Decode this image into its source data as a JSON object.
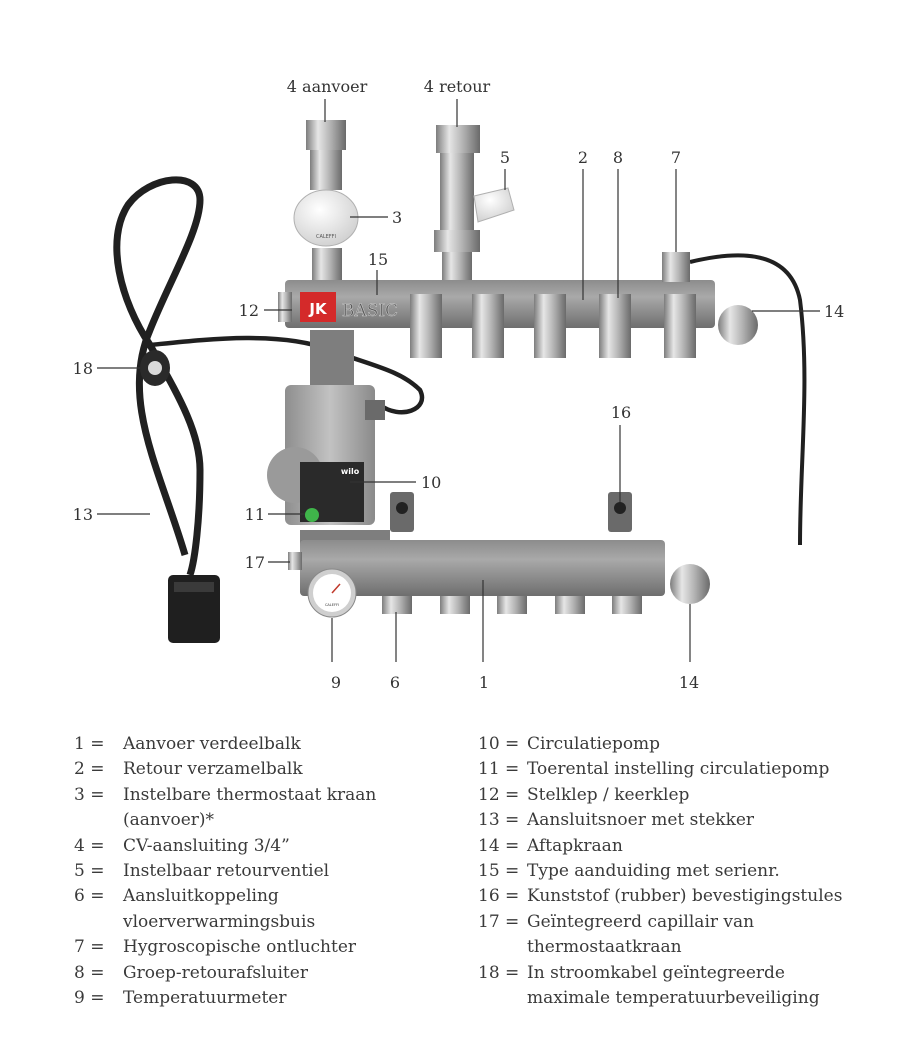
{
  "callouts": {
    "c4a": "4 aanvoer",
    "c4r": "4 retour",
    "c5": "5",
    "c2": "2",
    "c8": "8",
    "c7": "7",
    "c3": "3",
    "c15": "15",
    "c12": "12",
    "c14a": "14",
    "c18": "18",
    "c16": "16",
    "c10": "10",
    "c13": "13",
    "c11": "11",
    "c17": "17",
    "c9": "9",
    "c6": "6",
    "c1": "1",
    "c14b": "14"
  },
  "device_labels": {
    "brand_badge": "JK",
    "model_plate": "BASIC",
    "valve_brand": "CALEFFI",
    "pump_brand": "wilo",
    "gauge_brand": "CALEFFI"
  },
  "legend": {
    "left": [
      {
        "num": "1 =",
        "text": "Aanvoer verdeelbalk"
      },
      {
        "num": "2 =",
        "text": "Retour verzamelbalk"
      },
      {
        "num": "3 =",
        "text": "Instelbare thermostaat kraan\n(aanvoer)*"
      },
      {
        "num": "4 =",
        "text": "CV-aansluiting 3/4”"
      },
      {
        "num": "5 =",
        "text": "Instelbaar retourventiel"
      },
      {
        "num": "6 =",
        "text": "Aansluitkoppeling\nvloerverwarmingsbuis"
      },
      {
        "num": "7 =",
        "text": "Hygroscopische ontluchter"
      },
      {
        "num": "8 =",
        "text": "Groep-retourafsluiter"
      },
      {
        "num": "9 =",
        "text": "Temperatuurmeter"
      }
    ],
    "right": [
      {
        "num": "10 =",
        "text": "Circulatiepomp"
      },
      {
        "num": "11 =",
        "text": "Toerental instelling circulatiepomp"
      },
      {
        "num": "12 =",
        "text": "Stelklep / keerklep"
      },
      {
        "num": "13 =",
        "text": "Aansluitsnoer met stekker"
      },
      {
        "num": "14 =",
        "text": "Aftapkraan"
      },
      {
        "num": "15 =",
        "text": "Type aanduiding met serienr."
      },
      {
        "num": "16 =",
        "text": "Kunststof (rubber) bevestigingstules"
      },
      {
        "num": "17 =",
        "text": "Geïntegreerd capillair van\nthermostaatkraan"
      },
      {
        "num": "18 =",
        "text": "In stroomkabel geïntegreerde\nmaximale temperatuurbeveiliging"
      }
    ]
  }
}
